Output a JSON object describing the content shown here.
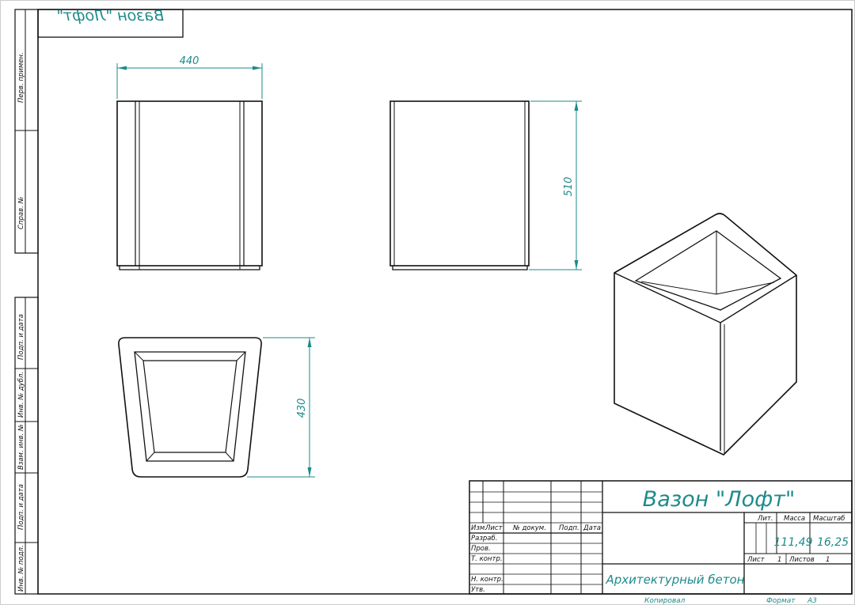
{
  "stamp_mirrored": "Вазон \"Лофт\"",
  "side_labels": [
    "Перв. примен.",
    "Справ. №",
    "Подп. и дата",
    "Инв. № дубл.",
    "Взам. инв. №",
    "Подп. и дата",
    "Инв. № подл."
  ],
  "dimensions": {
    "width": "440",
    "height": "510",
    "depth": "430"
  },
  "title_block": {
    "title": "Вазон \"Лофт\"",
    "material": "Архитектурный бетон",
    "col_headers": [
      "Изм.",
      "Лист",
      "№ докум.",
      "Подп.",
      "Дата"
    ],
    "row_labels": [
      "Разраб.",
      "Пров.",
      "Т. контр.",
      "",
      "Н. контр.",
      "Утв."
    ],
    "lit_label": "Лит.",
    "mass_label": "Масса",
    "scale_label": "Масштаб",
    "mass_value": "111,49",
    "scale_value": "16,25",
    "sheet_label": "Лист",
    "sheet_value": "1",
    "sheets_label": "Листов",
    "sheets_value": "1"
  },
  "footer": {
    "copied": "Копировал",
    "format_label": "Формат",
    "format_value": "А3"
  },
  "colors": {
    "annotation": "#1e8a8a",
    "line": "#111111"
  }
}
